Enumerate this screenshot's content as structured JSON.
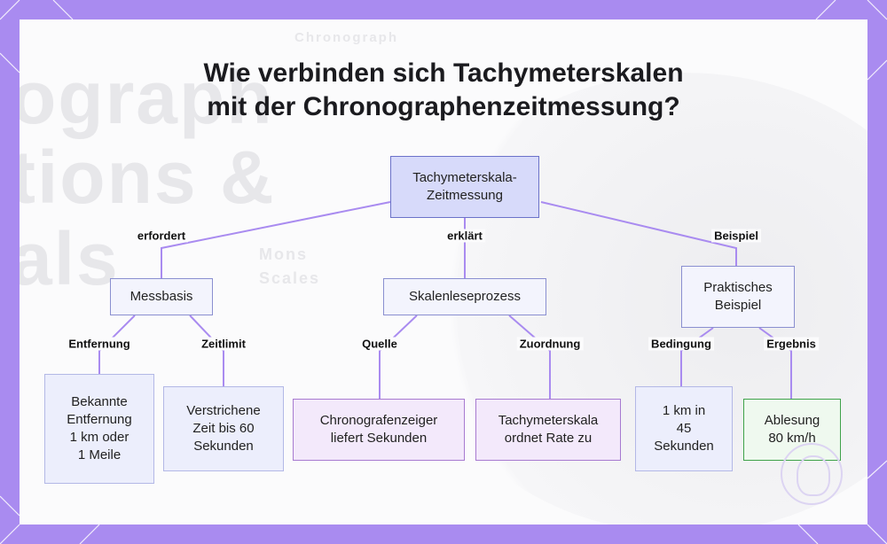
{
  "title": {
    "line1": "Wie verbinden sich Tachymeterskalen",
    "line2": "mit der Chronographenzeitmessung?"
  },
  "background_text": [
    "Chronograph",
    "ograph",
    "tions &",
    "als",
    "Mons",
    "Scales"
  ],
  "nodes": {
    "root": "Tachymeterskala-\nZeitmessung",
    "messbasis": "Messbasis",
    "skalenleseprozess": "Skalenleseprozess",
    "praktisches_beispiel": "Praktisches\nBeispiel",
    "bekannte_entfernung": "Bekannte\nEntfernung\n1 km oder\n1 Meile",
    "verstrichene_zeit": "Verstrichene\nZeit bis 60\nSekunden",
    "chronografenzeiger": "Chronografenzeiger\nliefert Sekunden",
    "tachymeterskala_rate": "Tachymeterskala\nordnet Rate zu",
    "km_45_sekunden": "1 km in\n45\nSekunden",
    "ablesung": "Ablesung\n80 km/h"
  },
  "edge_labels": {
    "erfordert": "erfordert",
    "erklaert": "erklärt",
    "beispiel": "Beispiel",
    "entfernung": "Entfernung",
    "zeitlimit": "Zeitlimit",
    "quelle": "Quelle",
    "zuordnung": "Zuordnung",
    "bedingung": "Bedingung",
    "ergebnis": "Ergebnis"
  },
  "colors": {
    "border": "#a98bf0",
    "edge": "#a98bf0",
    "root_fill": "#d7dafa",
    "purple_leaf": "#f3e9fb",
    "green_leaf_border": "#3fa24a"
  }
}
